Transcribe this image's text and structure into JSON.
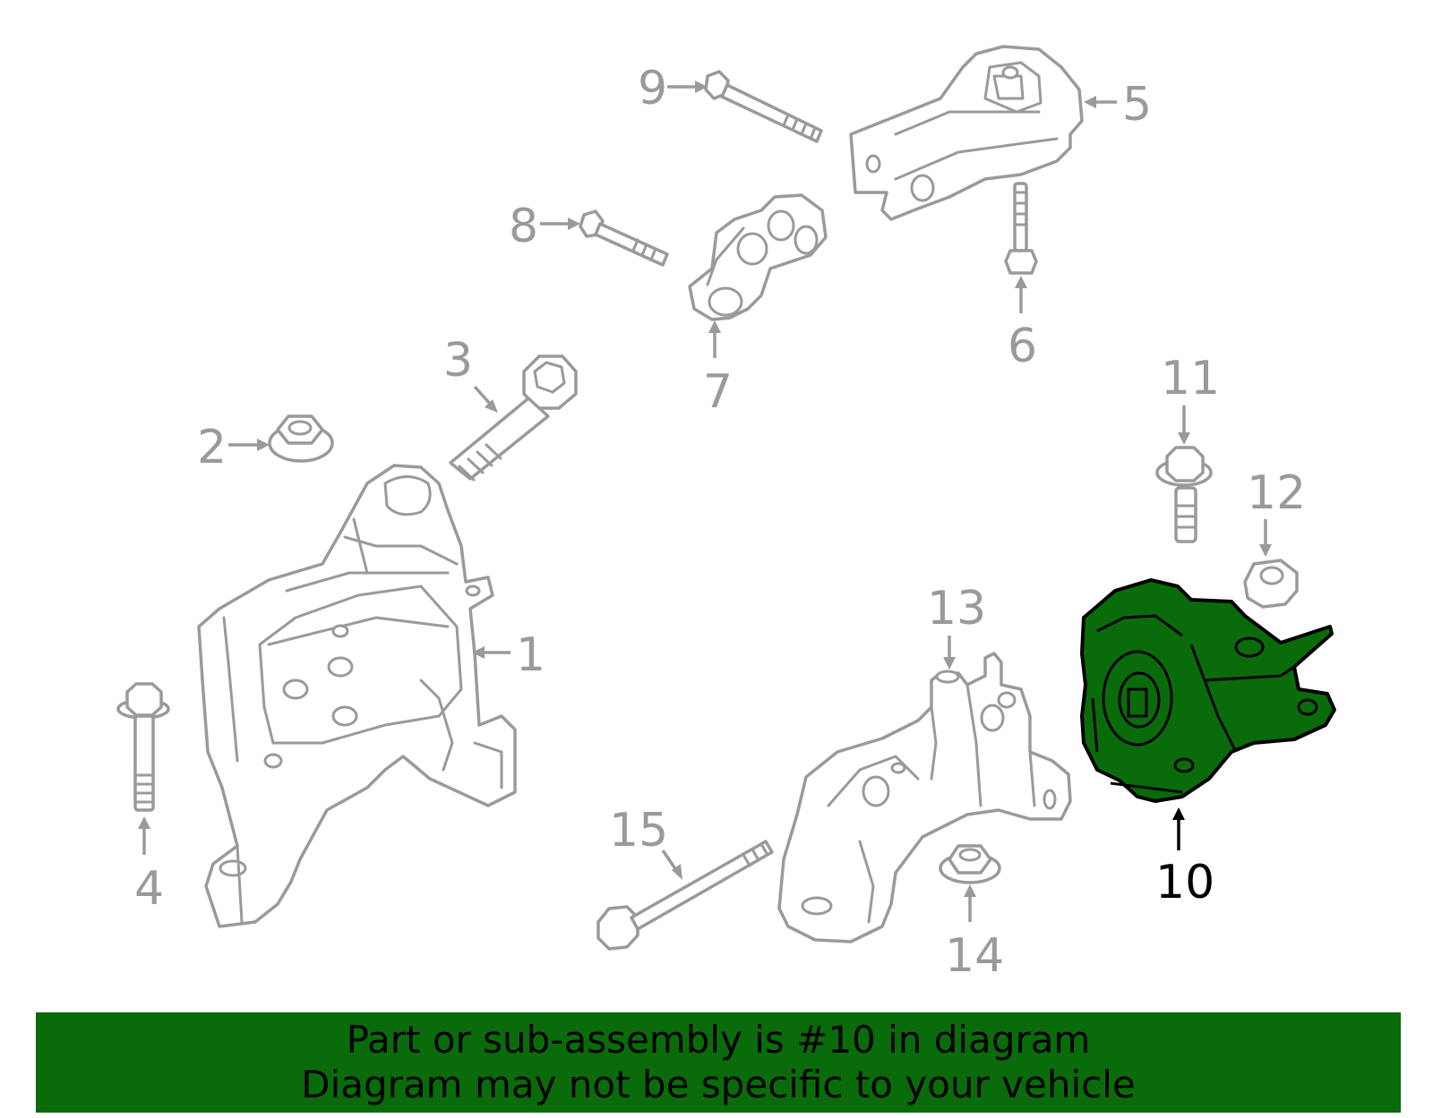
{
  "callouts": {
    "c1": "1",
    "c2": "2",
    "c3": "3",
    "c4": "4",
    "c5": "5",
    "c6": "6",
    "c7": "7",
    "c8": "8",
    "c9": "9",
    "c10": "10",
    "c11": "11",
    "c12": "12",
    "c13": "13",
    "c14": "14",
    "c15": "15"
  },
  "highlighted_part": "10",
  "colors": {
    "highlight": "#0a6b0a",
    "part_line": "#9a9a9a",
    "banner_bg": "#0a6b0a"
  },
  "banner": {
    "line1": "Part or sub-assembly is #10 in diagram",
    "line2": "Diagram may not be specific to your vehicle"
  }
}
